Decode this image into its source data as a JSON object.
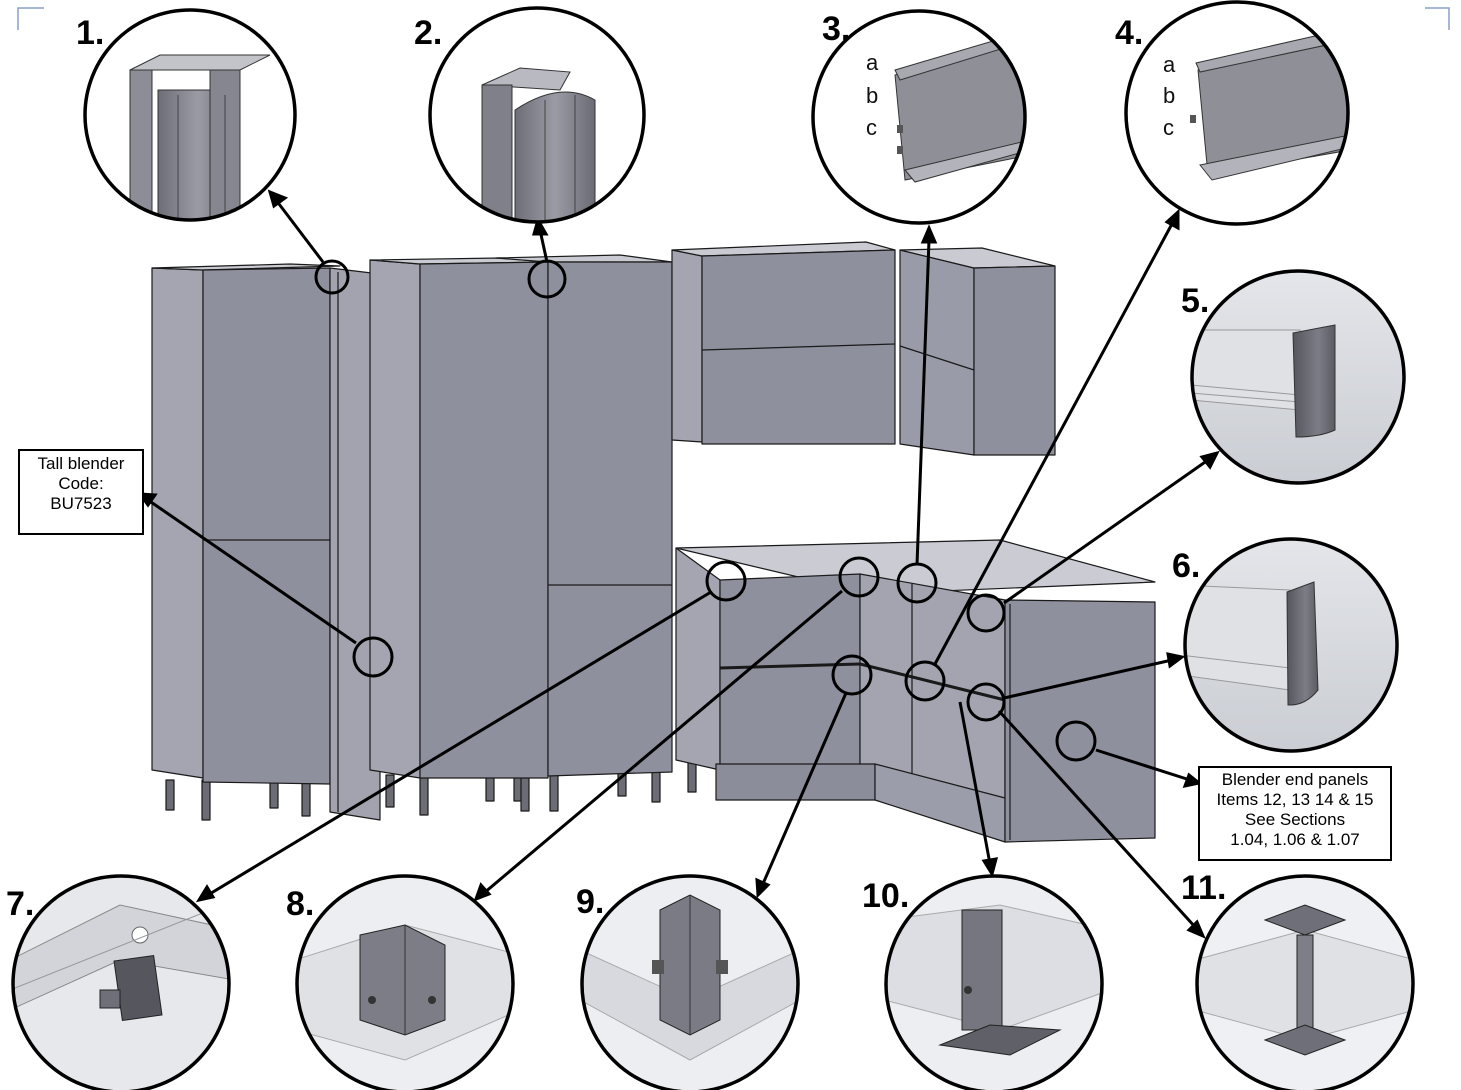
{
  "callouts": [
    {
      "num": "1."
    },
    {
      "num": "2."
    },
    {
      "num": "3.",
      "letters": [
        "a",
        "b",
        "c"
      ]
    },
    {
      "num": "4.",
      "letters": [
        "a",
        "b",
        "c"
      ]
    },
    {
      "num": "5."
    },
    {
      "num": "6."
    },
    {
      "num": "7."
    },
    {
      "num": "8."
    },
    {
      "num": "9."
    },
    {
      "num": "10."
    },
    {
      "num": "11."
    }
  ],
  "tall_blender": {
    "line1": "Tall blender",
    "line2": "Code:",
    "line3": "BU7523"
  },
  "end_panels": {
    "line1": "Blender end panels",
    "line2": "Items 12, 13 14 & 15",
    "line3": "See Sections",
    "line4": "1.04, 1.06 & 1.07"
  },
  "colors": {
    "cabinet_front": "#8f909e",
    "cabinet_side": "#a9aab4",
    "cabinet_top": "#c9cad2",
    "outline": "#000000",
    "profile": "#7a7b85"
  }
}
